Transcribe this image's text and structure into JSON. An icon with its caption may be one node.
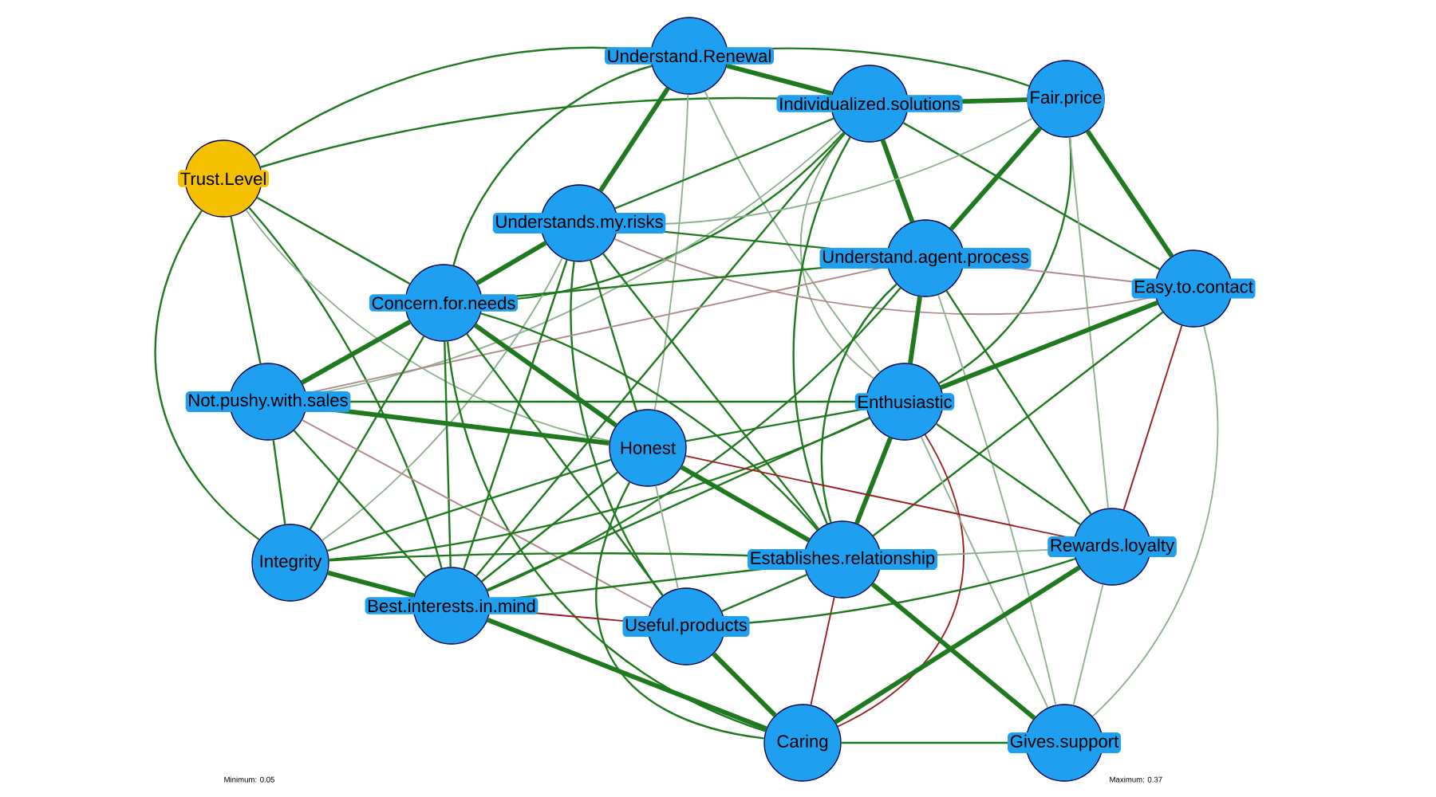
{
  "diagram": {
    "nodes": [
      {
        "text": [
          "Trust.Level"
        ]
      },
      {
        "text": [
          "Understand.Renewal"
        ]
      },
      {
        "text": [
          "Individualized.solutions"
        ]
      },
      {
        "text": [
          "Fair.price"
        ]
      },
      {
        "text": [
          "Understands.my.risks"
        ]
      },
      {
        "text": [
          "Understand.agent.process"
        ]
      },
      {
        "text": [
          "Easy.to.contact"
        ]
      },
      {
        "text": [
          "Concern.for.needs"
        ]
      },
      {
        "text": [
          "Not.pushy.with.sales"
        ]
      },
      {
        "text": [
          "Enthusiastic"
        ]
      },
      {
        "text": [
          "Honest"
        ]
      },
      {
        "text": [
          "Integrity"
        ]
      },
      {
        "text": [
          "Best.interests.in.mind"
        ]
      },
      {
        "text": [
          "Establishes.relationship"
        ]
      },
      {
        "text": [
          "Rewards.loyalty"
        ]
      },
      {
        "text": [
          "Useful.products"
        ]
      },
      {
        "text": [
          "Caring"
        ]
      },
      {
        "text": [
          "Gives.support"
        ]
      }
    ],
    "edges": [
      {
        "from": 0,
        "to": 1,
        "arrow": "none"
      },
      {
        "from": 0,
        "to": 2,
        "arrow": "none"
      },
      {
        "from": 0,
        "to": 7,
        "arrow": "none"
      },
      {
        "from": 0,
        "to": 8,
        "arrow": "none"
      },
      {
        "from": 0,
        "to": 11,
        "arrow": "none"
      },
      {
        "from": 0,
        "to": 12,
        "arrow": "none"
      },
      {
        "from": 0,
        "to": 10,
        "arrow": "none",
        "color": "#8fb08f"
      },
      {
        "from": 1,
        "to": 2,
        "arrow": "none",
        "style": "thick"
      },
      {
        "from": 1,
        "to": 3,
        "arrow": "none"
      },
      {
        "from": 1,
        "to": 4,
        "arrow": "none",
        "style": "thick"
      },
      {
        "from": 1,
        "to": 10,
        "arrow": "none",
        "color": "#8fb08f"
      },
      {
        "from": 1,
        "to": 9,
        "arrow": "none",
        "color": "#8fb08f"
      },
      {
        "from": 1,
        "to": 7,
        "arrow": "none"
      },
      {
        "from": 2,
        "to": 3,
        "arrow": "none",
        "style": "thick"
      },
      {
        "from": 2,
        "to": 5,
        "arrow": "none",
        "style": "thick"
      },
      {
        "from": 2,
        "to": 6,
        "arrow": "none"
      },
      {
        "from": 2,
        "to": 4,
        "arrow": "none"
      },
      {
        "from": 2,
        "to": 7,
        "arrow": "none"
      },
      {
        "from": 2,
        "to": 8,
        "arrow": "none",
        "color": "#8fb08f"
      },
      {
        "from": 2,
        "to": 9,
        "arrow": "none",
        "color": "#8fb08f"
      },
      {
        "from": 2,
        "to": 12,
        "arrow": "none"
      },
      {
        "from": 2,
        "to": 13,
        "arrow": "none"
      },
      {
        "from": 3,
        "to": 6,
        "arrow": "none",
        "style": "thick"
      },
      {
        "from": 3,
        "to": 5,
        "arrow": "none",
        "style": "thick"
      },
      {
        "from": 3,
        "to": 9,
        "arrow": "none"
      },
      {
        "from": 3,
        "to": 14,
        "arrow": "none",
        "color": "#8fb08f"
      },
      {
        "from": 3,
        "to": 4,
        "arrow": "none",
        "color": "#8fb08f"
      },
      {
        "from": 4,
        "to": 7,
        "arrow": "none",
        "style": "thick"
      },
      {
        "from": 4,
        "to": 10,
        "arrow": "none"
      },
      {
        "from": 4,
        "to": 15,
        "arrow": "none"
      },
      {
        "from": 4,
        "to": 13,
        "arrow": "none"
      },
      {
        "from": 4,
        "to": 5,
        "arrow": "none"
      },
      {
        "from": 4,
        "to": 6,
        "arrow": "none",
        "color": "#b08a8a"
      },
      {
        "from": 4,
        "to": 12,
        "arrow": "none"
      },
      {
        "from": 4,
        "to": 11,
        "arrow": "none",
        "color": "#8fb08f"
      },
      {
        "from": 5,
        "to": 9,
        "arrow": "none",
        "style": "thick"
      },
      {
        "from": 5,
        "to": 7,
        "arrow": "none"
      },
      {
        "from": 5,
        "to": 8,
        "arrow": "none",
        "color": "#b08a8a"
      },
      {
        "from": 5,
        "to": 13,
        "arrow": "none"
      },
      {
        "from": 5,
        "to": 14,
        "arrow": "none"
      },
      {
        "from": 5,
        "to": 6,
        "arrow": "none",
        "color": "#b08a8a"
      },
      {
        "from": 5,
        "to": 17,
        "arrow": "none",
        "color": "#8fb08f"
      },
      {
        "from": 5,
        "to": 12,
        "arrow": "none"
      },
      {
        "from": 6,
        "to": 9,
        "arrow": "none",
        "style": "thick"
      },
      {
        "from": 6,
        "to": 13,
        "arrow": "none"
      },
      {
        "from": 6,
        "to": 14,
        "arrow": "none",
        "color": "#9b1c1c"
      },
      {
        "from": 6,
        "to": 17,
        "arrow": "none",
        "color": "#8fb08f"
      },
      {
        "from": 7,
        "to": 8,
        "arrow": "none",
        "style": "thick"
      },
      {
        "from": 7,
        "to": 10,
        "arrow": "none",
        "style": "thick"
      },
      {
        "from": 7,
        "to": 12,
        "arrow": "none"
      },
      {
        "from": 7,
        "to": 11,
        "arrow": "none"
      },
      {
        "from": 7,
        "to": 15,
        "arrow": "none"
      },
      {
        "from": 7,
        "to": 16,
        "arrow": "none"
      },
      {
        "from": 7,
        "to": 13,
        "arrow": "none"
      },
      {
        "from": 8,
        "to": 10,
        "arrow": "none",
        "style": "thick"
      },
      {
        "from": 8,
        "to": 11,
        "arrow": "none"
      },
      {
        "from": 8,
        "to": 12,
        "arrow": "none"
      },
      {
        "from": 8,
        "to": 9,
        "arrow": "none"
      },
      {
        "from": 8,
        "to": 15,
        "arrow": "none",
        "color": "#b08a8a"
      },
      {
        "from": 9,
        "to": 13,
        "arrow": "none",
        "style": "thick"
      },
      {
        "from": 9,
        "to": 10,
        "arrow": "none"
      },
      {
        "from": 9,
        "to": 11,
        "arrow": "none"
      },
      {
        "from": 9,
        "to": 12,
        "arrow": "none"
      },
      {
        "from": 9,
        "to": 14,
        "arrow": "none"
      },
      {
        "from": 9,
        "to": 16,
        "arrow": "none",
        "color": "#9b1c1c"
      },
      {
        "from": 9,
        "to": 17,
        "arrow": "none",
        "color": "#8fb08f"
      },
      {
        "from": 10,
        "to": 14,
        "arrow": "none",
        "color": "#9b1c1c"
      },
      {
        "from": 10,
        "to": 13,
        "arrow": "none",
        "style": "thick"
      },
      {
        "from": 10,
        "to": 12,
        "arrow": "none"
      },
      {
        "from": 10,
        "to": 11,
        "arrow": "none"
      },
      {
        "from": 10,
        "to": 16,
        "arrow": "none"
      },
      {
        "from": 10,
        "to": 15,
        "arrow": "none",
        "color": "#8fb08f"
      },
      {
        "from": 11,
        "to": 12,
        "arrow": "none",
        "style": "thick"
      },
      {
        "from": 11,
        "to": 13,
        "arrow": "none"
      },
      {
        "from": 12,
        "to": 15,
        "arrow": "none",
        "color": "#9b1c1c"
      },
      {
        "from": 12,
        "to": 16,
        "arrow": "none",
        "style": "thick"
      },
      {
        "from": 12,
        "to": 13,
        "arrow": "none"
      },
      {
        "from": 13,
        "to": 17,
        "arrow": "none",
        "style": "thick"
      },
      {
        "from": 13,
        "to": 16,
        "arrow": "none",
        "color": "#9b1c1c"
      },
      {
        "from": 13,
        "to": 14,
        "arrow": "none",
        "color": "#8fb08f"
      },
      {
        "from": 13,
        "to": 15,
        "arrow": "none"
      },
      {
        "from": 14,
        "to": 15,
        "arrow": "none"
      },
      {
        "from": 14,
        "to": 16,
        "arrow": "none",
        "style": "thick"
      },
      {
        "from": 14,
        "to": 17,
        "arrow": "none",
        "color": "#8fb08f"
      },
      {
        "from": 15,
        "to": 16,
        "arrow": "none",
        "style": "thick"
      },
      {
        "from": 16,
        "to": 17,
        "arrow": "none"
      }
    ],
    "labels": [
      "Minimum: 0.05",
      "Maximum: 0.37"
    ]
  }
}
